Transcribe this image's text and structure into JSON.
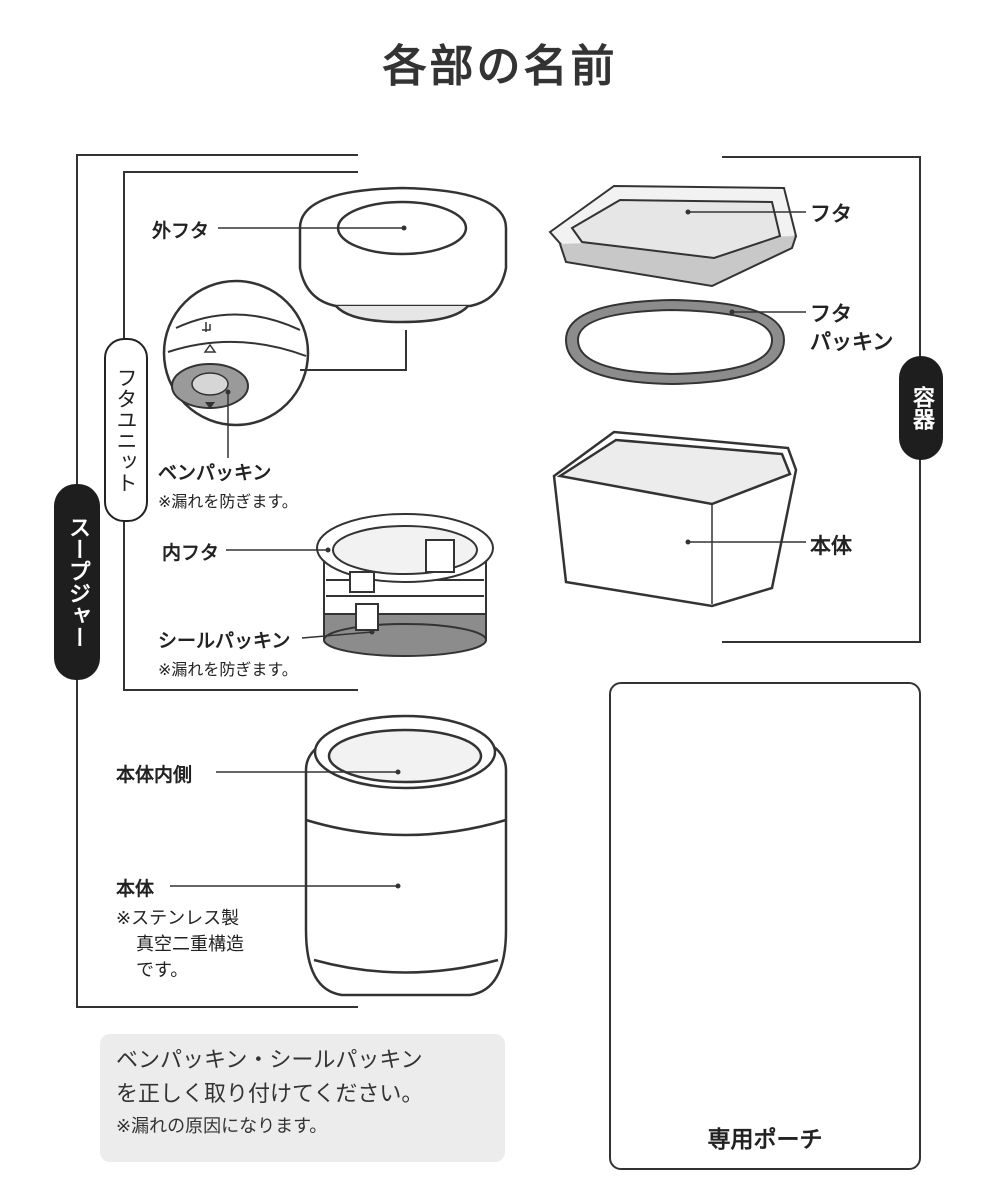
{
  "page_title": "各部の名前",
  "groups": {
    "soup_jar": "スープジャー",
    "lid_unit": "フタユニット",
    "container": "容器"
  },
  "labels": {
    "outer_lid": "外フタ",
    "pen_packing": "ベンパッキン",
    "pen_packing_note": "※漏れを防ぎます。",
    "inner_lid": "内フタ",
    "seal_packing": "シールパッキン",
    "seal_packing_note": "※漏れを防ぎます。",
    "body_inside": "本体内側",
    "body": "本体",
    "body_note_1": "※ステンレス製",
    "body_note_2": "真空二重構造",
    "body_note_3": "です。",
    "container_lid": "フタ",
    "lid_packing_1": "フタ",
    "lid_packing_2": "パッキン",
    "container_body": "本体",
    "pouch": "専用ポーチ"
  },
  "warning": {
    "line1": "ベンパッキン・シールパッキン",
    "line2": "を正しく取り付けてください。",
    "line3": "※漏れの原因になります。"
  },
  "colors": {
    "outline": "#333333",
    "packing_gray": "#8c8c8c",
    "light_gray": "#e6e6e6",
    "warning_bg": "#ececec"
  }
}
